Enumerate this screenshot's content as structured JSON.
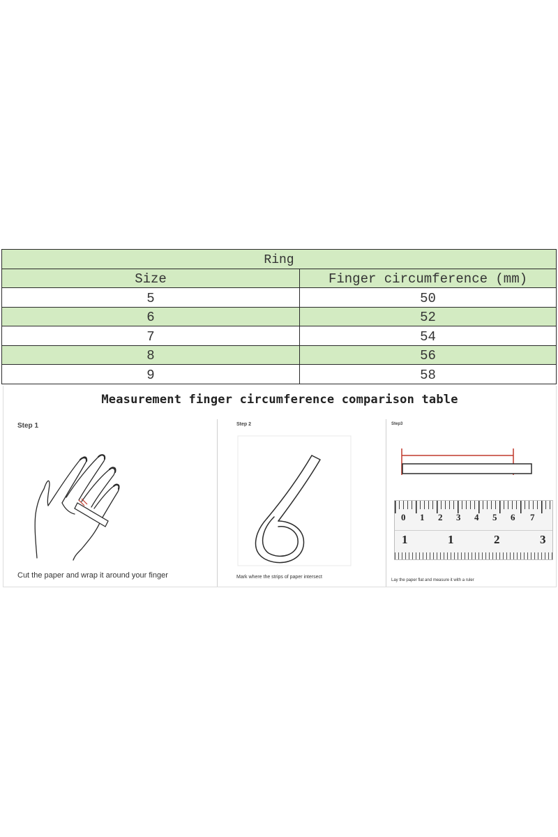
{
  "table": {
    "title": "Ring",
    "headers": [
      "Size",
      "Finger circumference (mm)"
    ],
    "rows": [
      [
        "5",
        "50"
      ],
      [
        "6",
        "52"
      ],
      [
        "7",
        "54"
      ],
      [
        "8",
        "56"
      ],
      [
        "9",
        "58"
      ]
    ]
  },
  "guide": {
    "title": "Measurement finger circumference comparison table",
    "steps": [
      {
        "label": "Step 1",
        "caption": "Cut the paper and wrap it around your finger"
      },
      {
        "label": "Step 2",
        "caption": "Mark where the strips of paper intersect"
      },
      {
        "label": "Step3",
        "caption": "Lay the paper flat and measure it with a ruler"
      }
    ],
    "ruler_top_numbers": [
      "0",
      "1",
      "2",
      "3",
      "4",
      "5",
      "6",
      "7"
    ],
    "ruler_bottom_numbers": [
      "1",
      "1",
      "2",
      "3"
    ]
  },
  "colors": {
    "header_green": "#d3ebc2",
    "border": "#2a2a2a",
    "measure_red": "#c0392b"
  }
}
